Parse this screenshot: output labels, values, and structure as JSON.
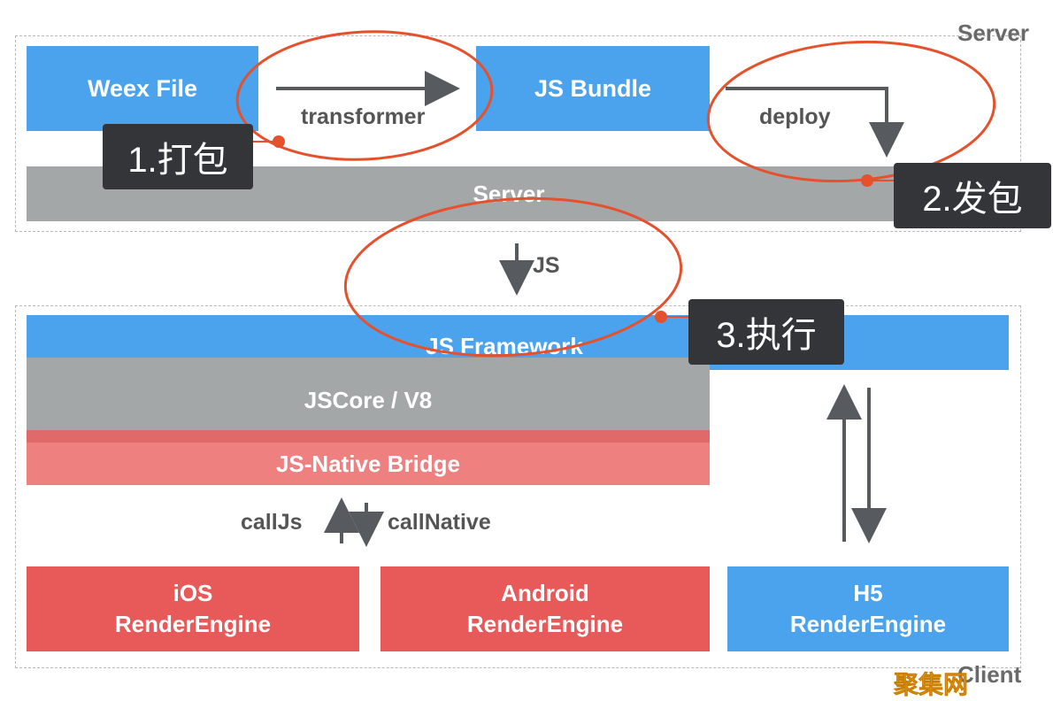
{
  "server_zone": {
    "label": "Server",
    "weex_file": "Weex File",
    "transformer": "transformer",
    "js_bundle": "JS Bundle",
    "deploy": "deploy",
    "server_bar": "Server"
  },
  "middle": {
    "js": "JS"
  },
  "client_zone": {
    "label": "Client",
    "js_framework": "JS Framework",
    "jscore": "JSCore / V8",
    "bridge": "JS-Native Bridge",
    "call_js": "callJs",
    "call_native": "callNative",
    "ios": {
      "line1": "iOS",
      "line2": "RenderEngine"
    },
    "android": {
      "line1": "Android",
      "line2": "RenderEngine"
    },
    "h5": {
      "line1": "H5",
      "line2": "RenderEngine"
    }
  },
  "callouts": {
    "step1": "1.打包",
    "step2": "2.发包",
    "step3": "3.执行"
  },
  "watermark": "聚集网",
  "colors": {
    "blue": "#4aa3ec",
    "gray": "#a4a7a8",
    "red": "#e85a5a",
    "pink": "#ee8080",
    "annotation": "#e6512d",
    "callout_bg": "#333538"
  }
}
